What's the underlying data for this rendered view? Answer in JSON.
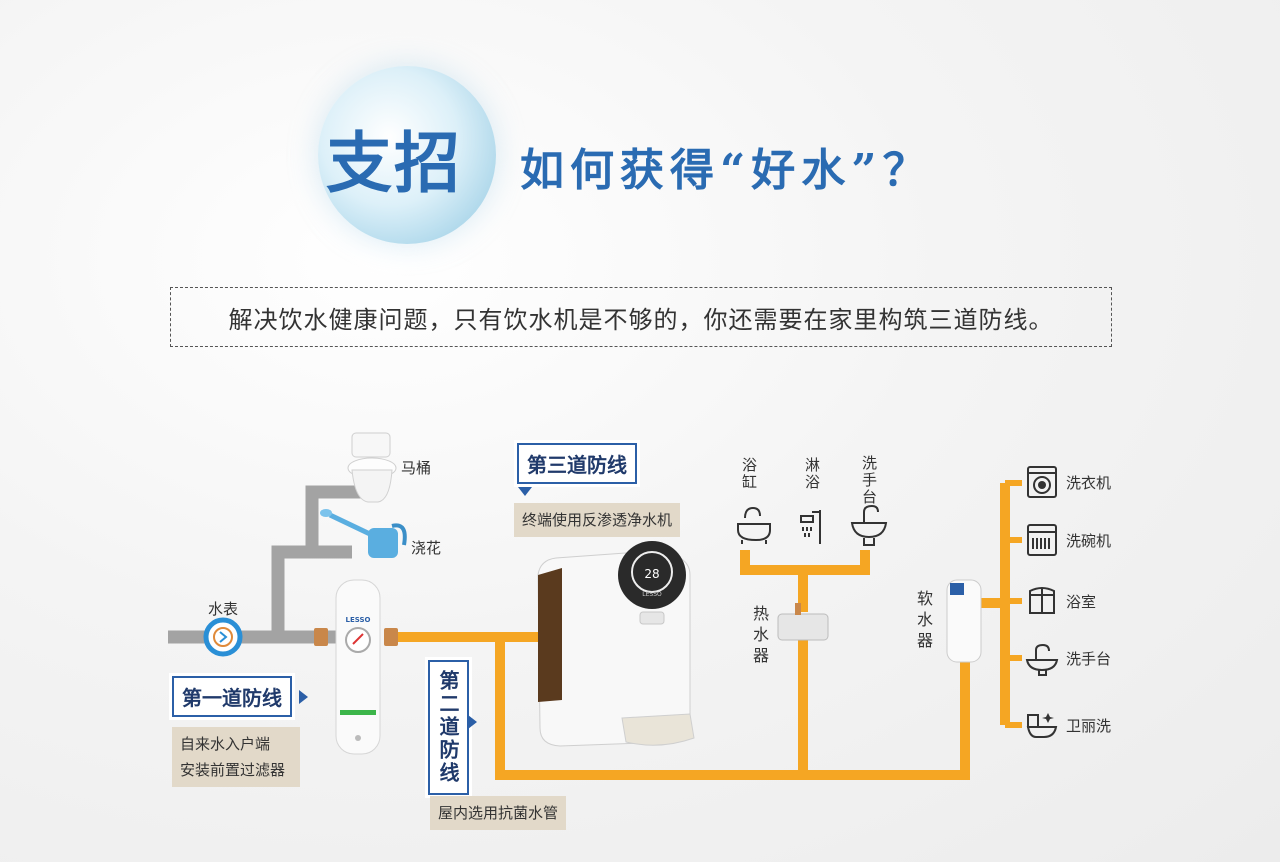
{
  "header": {
    "title_main": "支招",
    "title_sub": "如何获得“好水”？",
    "intro": "解决饮水健康问题，只有饮水机是不够的，你还需要在家里构筑三道防线。"
  },
  "colors": {
    "accent_blue": "#2b5fa7",
    "title_blue": "#2a6bb2",
    "pipe_orange": "#f5a623",
    "pipe_gray": "#a3a3a3",
    "desc_bg": "#e2d9c9"
  },
  "defense_lines": {
    "first": {
      "title": "第一道防线",
      "desc": [
        "自来水入户端",
        "安装前置过滤器"
      ]
    },
    "second": {
      "title": "第二道防线",
      "desc": "屋内选用抗菌水管"
    },
    "third": {
      "title": "第三道防线",
      "desc": "终端使用反渗透净水机"
    }
  },
  "labels": {
    "toilet": "马桶",
    "watering": "浇花",
    "water_meter": "水表",
    "bathtub": "浴缸",
    "shower": "淋浴",
    "washbasin": "洗手台",
    "water_heater": "热水器",
    "softener": "软水器",
    "filter_brand": "LESSO",
    "purifier_brand": "LESSO",
    "purifier_display": "28"
  },
  "appliances": [
    {
      "label": "洗衣机",
      "icon": "washing-machine-icon"
    },
    {
      "label": "洗碗机",
      "icon": "dishwasher-icon"
    },
    {
      "label": "浴室",
      "icon": "bathroom-icon"
    },
    {
      "label": "洗手台",
      "icon": "washbasin-icon"
    },
    {
      "label": "卫丽洗",
      "icon": "toilet-icon"
    }
  ]
}
